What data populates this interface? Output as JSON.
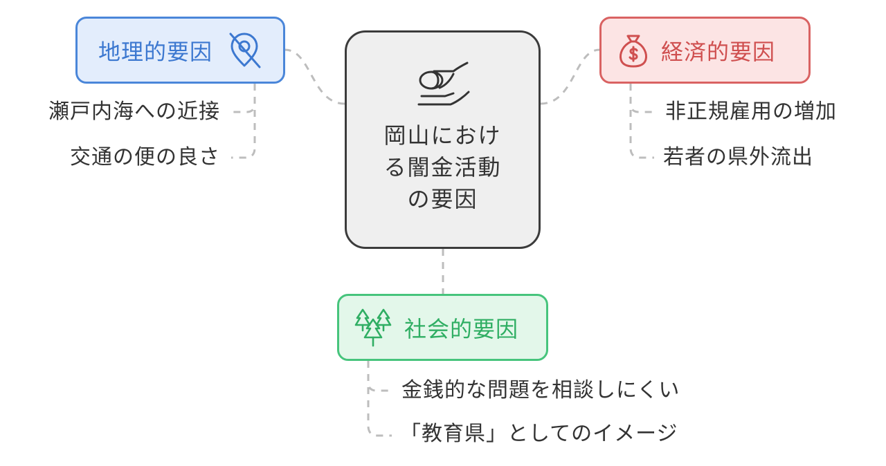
{
  "center": {
    "title": "岡山における闇金活動の要因",
    "icon": "hand-holding-coin-icon"
  },
  "geographic": {
    "title": "地理的要因",
    "icon": "location-off-icon",
    "color": "#4a86d9",
    "items": [
      "瀬戸内海への近接",
      "交通の便の良さ"
    ]
  },
  "economic": {
    "title": "経済的要因",
    "icon": "money-bag-icon",
    "color": "#d96262",
    "items": [
      "非正規雇用の増加",
      "若者の県外流出"
    ]
  },
  "social": {
    "title": "社会的要因",
    "icon": "trees-icon",
    "color": "#46c47c",
    "items": [
      "金銭的な問題を相談しにくい",
      "「教育県」としてのイメージ"
    ]
  }
}
